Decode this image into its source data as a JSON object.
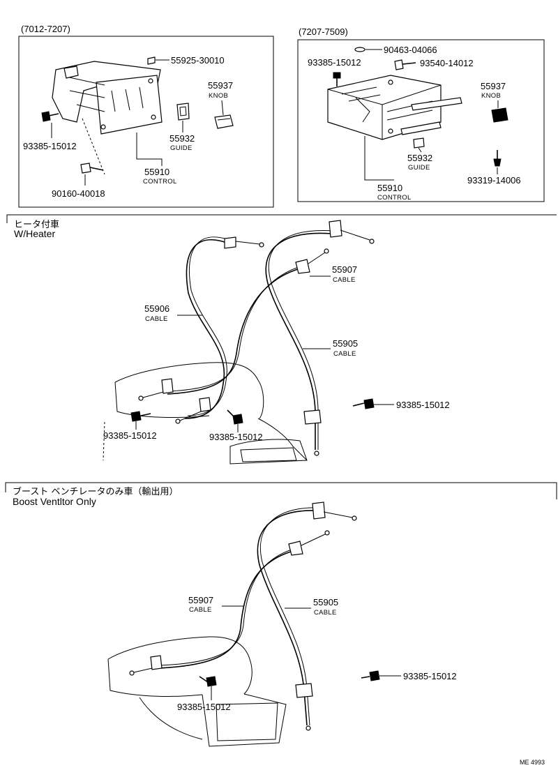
{
  "top_left": {
    "range": "(7012-7207)",
    "parts": [
      {
        "num": "55925-30010"
      },
      {
        "num": "55937",
        "desc": "KNOB"
      },
      {
        "num": "55932",
        "desc": "GUIDE"
      },
      {
        "num": "55910",
        "desc": "CONTROL"
      },
      {
        "num": "93385-15012"
      },
      {
        "num": "90160-40018"
      }
    ]
  },
  "top_right": {
    "range": "(7207-7509)",
    "parts": [
      {
        "num": "90463-04066"
      },
      {
        "num": "93385-15012"
      },
      {
        "num": "93540-14012"
      },
      {
        "num": "55937",
        "desc": "KNOB"
      },
      {
        "num": "55932",
        "desc": "GUIDE"
      },
      {
        "num": "55910",
        "desc": "CONTROL"
      },
      {
        "num": "93319-14006"
      }
    ]
  },
  "heater": {
    "title_jp": "ヒータ付車",
    "title_en": "W/Heater",
    "parts": [
      {
        "num": "55907",
        "desc": "CABLE"
      },
      {
        "num": "55906",
        "desc": "CABLE"
      },
      {
        "num": "55905",
        "desc": "CABLE"
      },
      {
        "num": "93385-15012"
      },
      {
        "num": "93385-15012"
      },
      {
        "num": "93385-15012"
      }
    ]
  },
  "boost": {
    "title_jp": "ブースト ベンチレータのみ車（輸出用）",
    "title_en": "Boost Ventltor Only",
    "parts": [
      {
        "num": "55907",
        "desc": "CABLE"
      },
      {
        "num": "55905",
        "desc": "CABLE"
      },
      {
        "num": "93385-15012"
      },
      {
        "num": "93385-15012"
      }
    ]
  },
  "footer_code": "ME 4993"
}
